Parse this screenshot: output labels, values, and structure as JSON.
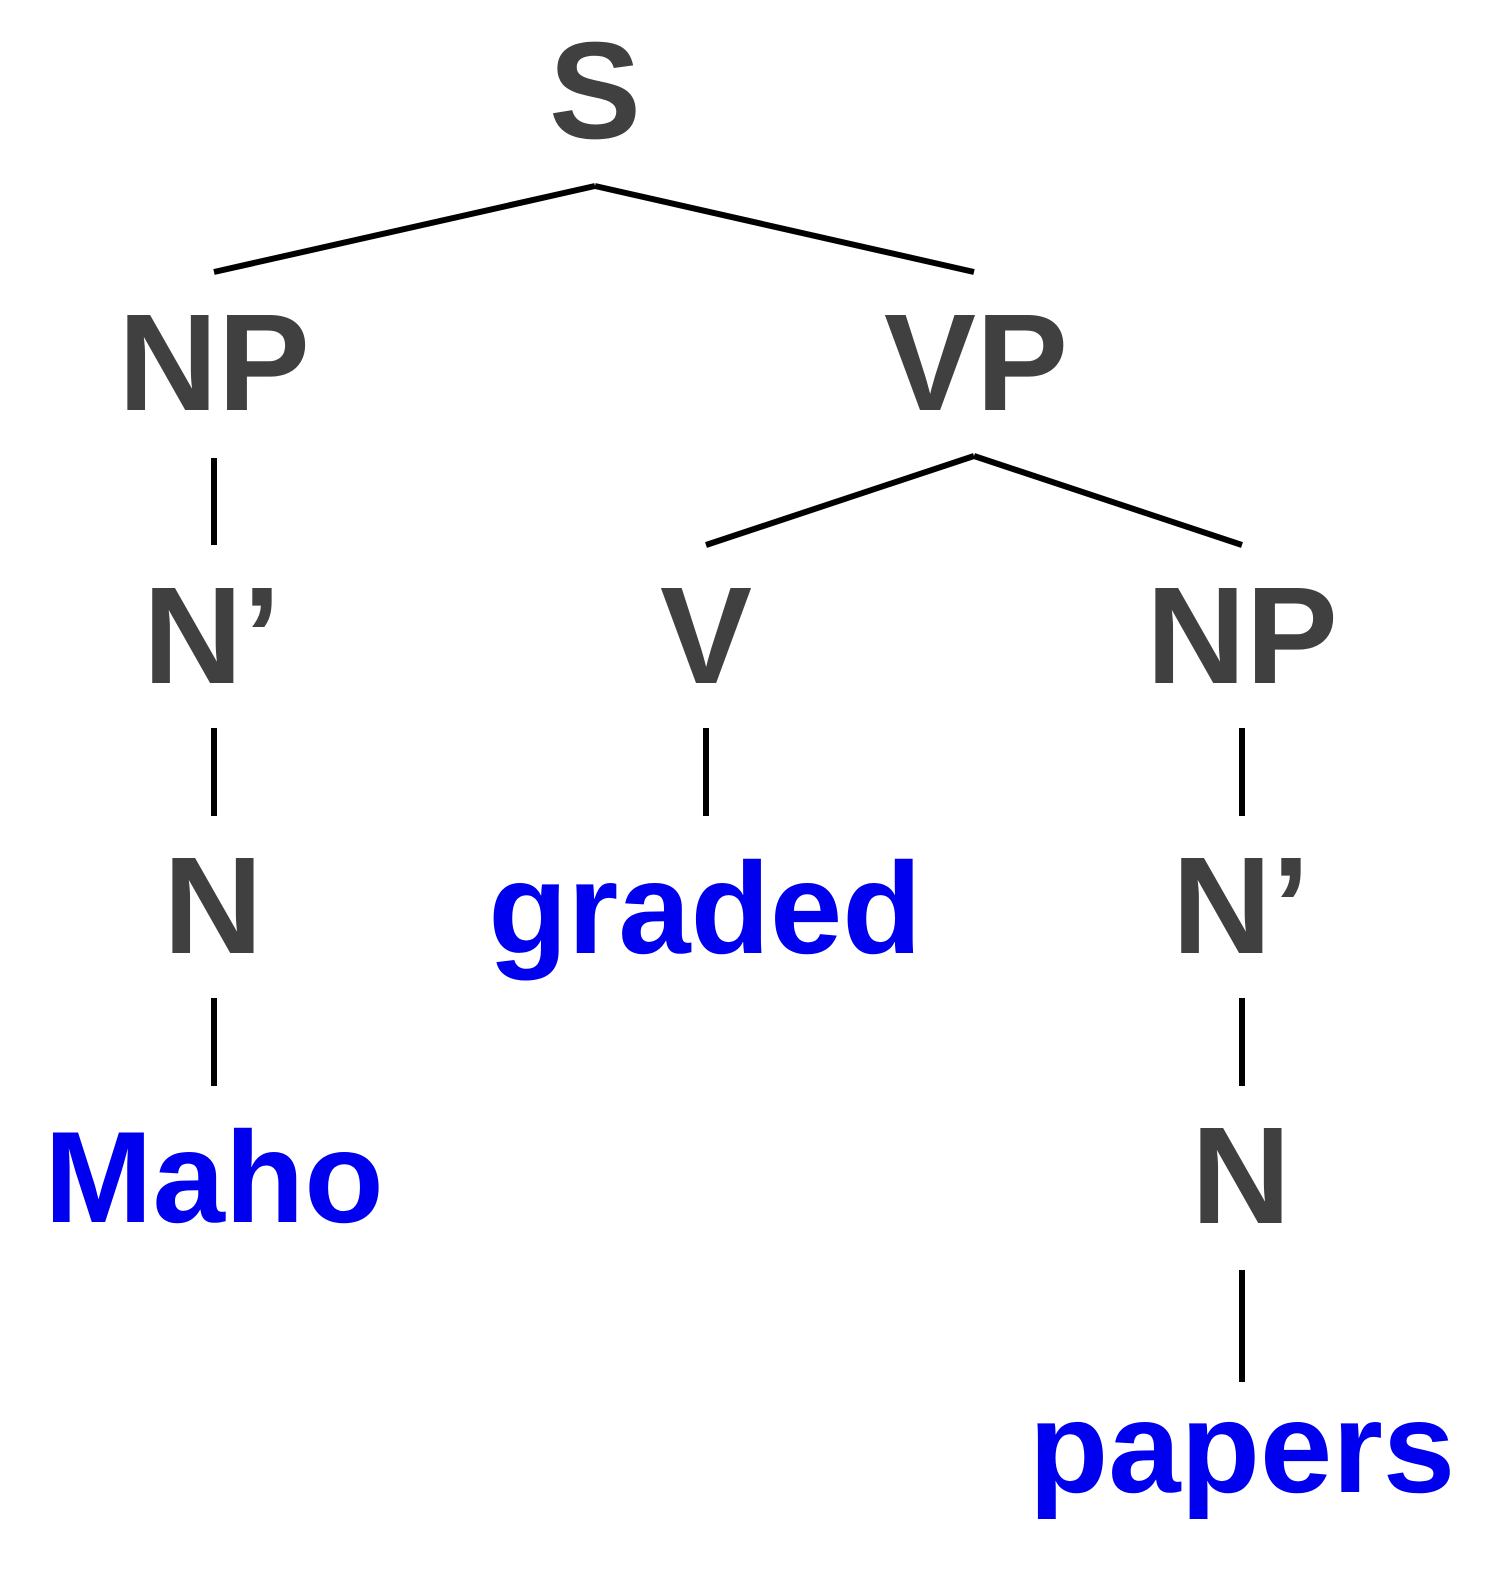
{
  "colors": {
    "category": "#404040",
    "word": "#0000ee",
    "edge": "#000000"
  },
  "tree": {
    "root": {
      "label": "S"
    },
    "subject_np": {
      "label": "NP"
    },
    "subject_nbar": {
      "label": "N’"
    },
    "subject_n": {
      "label": "N"
    },
    "subject_word": {
      "label": "Maho"
    },
    "vp": {
      "label": "VP"
    },
    "verb": {
      "label": "V"
    },
    "verb_word": {
      "label": "graded"
    },
    "object_np": {
      "label": "NP"
    },
    "object_nbar": {
      "label": "N’"
    },
    "object_n": {
      "label": "N"
    },
    "object_word": {
      "label": "papers"
    }
  }
}
